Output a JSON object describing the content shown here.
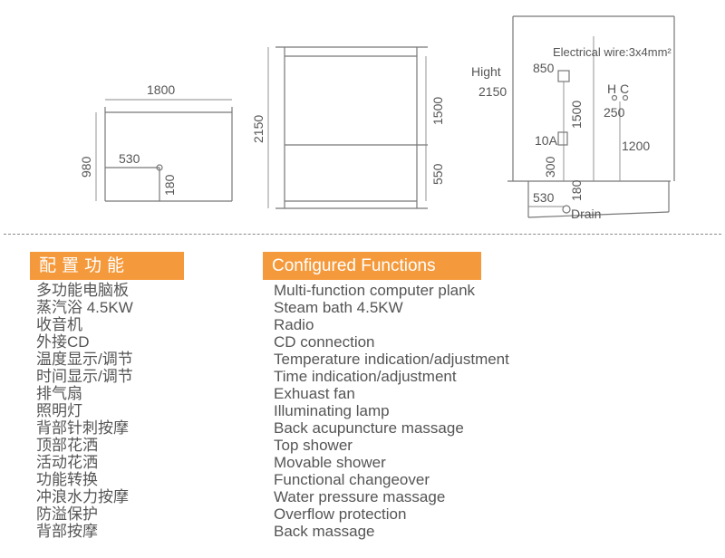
{
  "drawing_top_view": {
    "width_label": "1800",
    "depth_label": "980",
    "seat_label": "530",
    "seat_height_label": "180"
  },
  "drawing_front_view": {
    "height_label": "2150",
    "upper_label": "1500",
    "lower_label": "550"
  },
  "drawing_install_view": {
    "electrical_label": "Electrical wire:3x4mm²",
    "hight_word": "Hight",
    "hight_value": "2150",
    "box_label": "850",
    "hc_label": "H C",
    "hc_spacing": "250",
    "mid_label": "1500",
    "amp_label": "10A",
    "outlet_label": "1200",
    "low_label": "300",
    "drain_height_label": "180",
    "drain_offset_label": "530",
    "drain_label": "Drain"
  },
  "functions_cn": {
    "heading": "配置功能",
    "items": [
      "多功能电脑板",
      "蒸汽浴 4.5KW",
      "收音机",
      "外接CD",
      "温度显示/调节",
      "时间显示/调节",
      "排气扇",
      "照明灯",
      "背部针刺按摩",
      "顶部花洒",
      "活动花洒",
      "功能转换",
      "冲浪水力按摩",
      "防溢保护",
      "背部按摩"
    ]
  },
  "functions_en": {
    "heading": "Configured Functions",
    "items": [
      "Multi-function computer plank",
      "Steam bath 4.5KW",
      "Radio",
      "CD connection",
      "Temperature indication/adjustment",
      "Time indication/adjustment",
      "Exhuast fan",
      "Illuminating lamp",
      "Back acupuncture massage",
      "Top shower",
      "Movable shower",
      "Functional changeover",
      "Water pressure massage",
      "Overflow protection",
      "Back massage"
    ]
  }
}
